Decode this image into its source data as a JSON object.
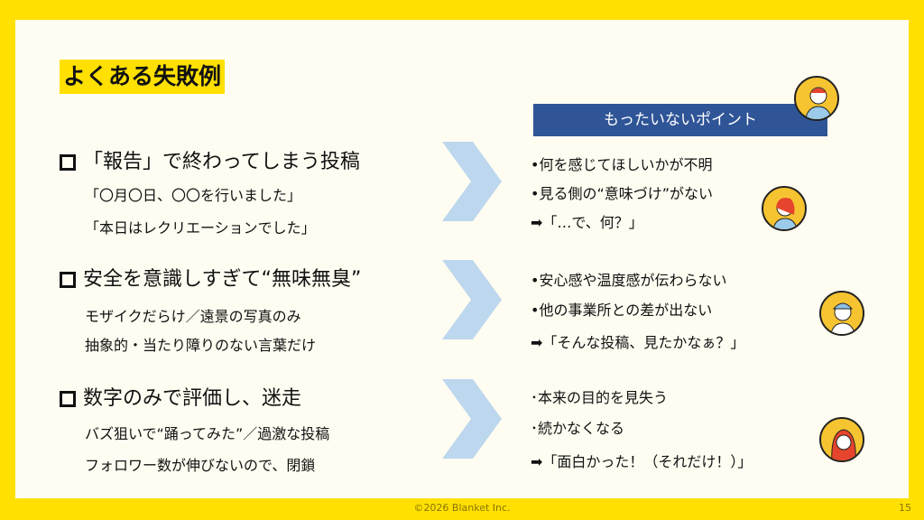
{
  "title": "よくある失敗例",
  "banner": "もったいないポイント",
  "sections": [
    {
      "heading": "「報告」で終わってしまう投稿",
      "examples": [
        "「〇月〇日、〇〇を行いました」",
        "「本日はレクリエーションでした」"
      ],
      "points": [
        "•何を感じてほしいかが不明",
        "•見る側の“意味づけ”がない",
        "➡「…で、何？」"
      ]
    },
    {
      "heading": "安全を意識しすぎて“無味無臭”",
      "examples": [
        "モザイクだらけ／遠景の写真のみ",
        "抽象的・当たり障りのない言葉だけ"
      ],
      "points": [
        "•安心感や温度感が伝わらない",
        "•他の事業所との差が出ない",
        "➡「そんな投稿、見たかなぁ？」"
      ]
    },
    {
      "heading": "数字のみで評価し、迷走",
      "examples": [
        "バズ狙いで“踊ってみた”／過激な投稿",
        "フォロワー数が伸びないので、閉鎖"
      ],
      "points": [
        "･本来の目的を見失う",
        "･続かなくなる",
        "➡「面白かった！（それだけ！）」"
      ]
    }
  ],
  "footer": "©2026 Blanket Inc.",
  "page_number": "15",
  "colors": {
    "accent": "#FFE000",
    "banner": "#2F5597",
    "arrow": "#BDD7EE"
  }
}
